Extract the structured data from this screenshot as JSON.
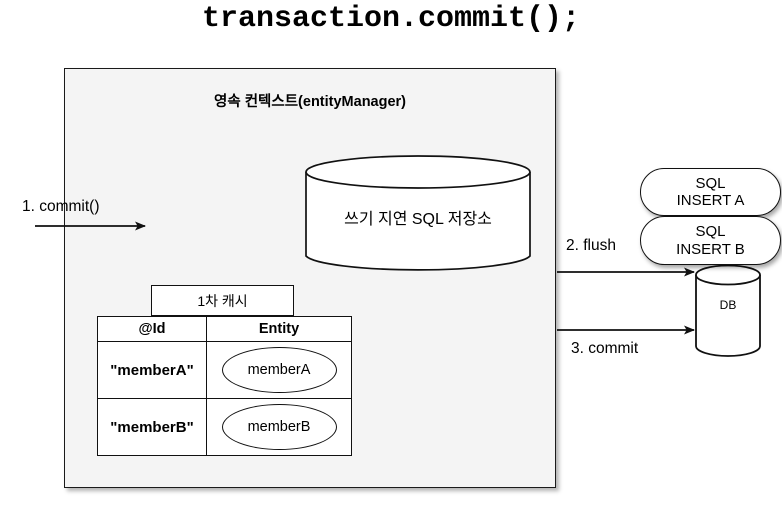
{
  "title": "transaction.commit();",
  "persistence_context": {
    "title": "영속 컨텍스트(entityManager)",
    "sql_store": {
      "label": "쓰기 지연 SQL 저장소",
      "shape": "cylinder-icon"
    },
    "first_level_cache": {
      "tag": "1차 캐시",
      "columns": [
        "@Id",
        "Entity"
      ],
      "rows": [
        {
          "id": "\"memberA\"",
          "entity": "memberA"
        },
        {
          "id": "\"memberB\"",
          "entity": "memberB"
        }
      ]
    }
  },
  "sql_statements": [
    {
      "line1": "SQL",
      "line2": "INSERT A"
    },
    {
      "line1": "SQL",
      "line2": "INSERT B"
    }
  ],
  "database": {
    "label": "DB",
    "shape": "cylinder-icon"
  },
  "arrows": [
    {
      "name": "commit-in",
      "label": "1. commit()"
    },
    {
      "name": "flush",
      "label": "2. flush"
    },
    {
      "name": "commit-db",
      "label": "3. commit"
    }
  ],
  "colors": {
    "context_fill": "#f4f4f4",
    "stroke": "#111111",
    "background": "#ffffff"
  }
}
